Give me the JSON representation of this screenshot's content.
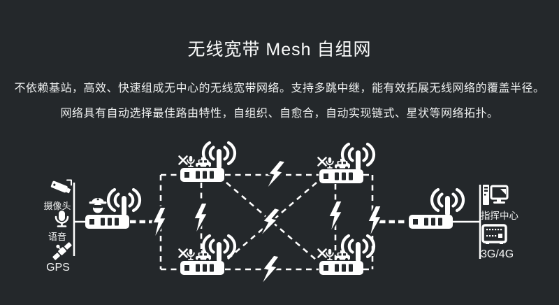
{
  "title": "无线宽带 Mesh 自组网",
  "description": {
    "line1": "不依赖基站，高效、快速组成无中心的无线宽带网络。支持多跳中继，能有效拓展无线网络的覆盖半径。",
    "line2": "网络具有自动选择最佳路由特性，自组织、自愈合，自动实现链式、星状等网络拓扑。"
  },
  "diagram": {
    "left_inputs": {
      "camera_label": "摄像头",
      "voice_label": "语音",
      "gps_label": "GPS"
    },
    "right_outputs": {
      "command_center_label": "指挥中心",
      "network_label": "3G/4G"
    },
    "icons": [
      "cctv-camera-icon",
      "microphone-icon",
      "gps-satellite-icon",
      "police-officer-icon",
      "wifi-router-icon",
      "lightning-bolt-icon",
      "satellite-mini-icon",
      "microphone-mini-icon",
      "taxi-icon",
      "desktop-computer-icon",
      "radio-base-station-icon"
    ],
    "colors": {
      "background": "#24282b",
      "foreground": "#ffffff"
    }
  }
}
